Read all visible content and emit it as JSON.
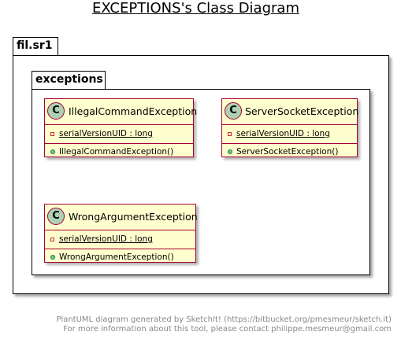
{
  "title": "EXCEPTIONS's Class Diagram",
  "packages": {
    "outer": {
      "name": "fil.sr1"
    },
    "inner": {
      "name": "exceptions"
    }
  },
  "classes": [
    {
      "stereotype_letter": "C",
      "name": "IllegalCommandException",
      "attribute": "serialVersionUID : long",
      "method": "IllegalCommandException()"
    },
    {
      "stereotype_letter": "C",
      "name": "ServerSocketException",
      "attribute": "serialVersionUID : long",
      "method": "ServerSocketException()"
    },
    {
      "stereotype_letter": "C",
      "name": "WrongArgumentException",
      "attribute": "serialVersionUID : long",
      "method": "WrongArgumentException()"
    }
  ],
  "footer": {
    "line1": "PlantUML diagram generated by SketchIt! (https://bitbucket.org/pmesmeur/sketch.it)",
    "line2": "For more information about this tool, please contact philippe.mesmeur@gmail.com"
  },
  "colors": {
    "class_fill": "#FEFECE",
    "class_border": "#A80036",
    "stereotype_circle": "#ADD1B2",
    "public_dot": "#84BE84",
    "private_square": "#C82930",
    "footer_text": "#888888"
  }
}
